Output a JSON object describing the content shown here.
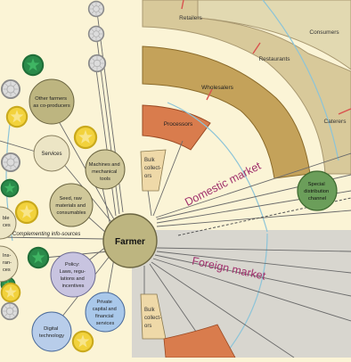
{
  "diagram": {
    "center": {
      "label": "Farmer"
    },
    "domestic_market": {
      "label": "Domestic market",
      "bands": {
        "consumers": "Consumers",
        "retailers": "Retailers",
        "restaurants": "Restaurants",
        "wholesalers": "Wholesalers",
        "caterers": "Caterers",
        "processors": "Processors"
      },
      "bulk_collectors": [
        "Bulk",
        "collect-",
        "ors"
      ],
      "special_channel": [
        "Special",
        "distribution",
        "channel"
      ]
    },
    "foreign_market": {
      "label": "Foreign market",
      "bulk_collectors": [
        "Bulk",
        "collect-",
        "ors"
      ]
    },
    "inputs": {
      "other_farmers": [
        "Other farmers",
        "as co-producers"
      ],
      "services": [
        "Services"
      ],
      "machines": [
        "Machines and",
        "mechanical",
        "tools"
      ],
      "seed": [
        "Seed, raw",
        "materials and",
        "consumables"
      ],
      "policy": [
        "Policy:",
        "Laws, regu-",
        "lations and",
        "incentives"
      ],
      "capital": [
        "Private",
        "capital and",
        "financial",
        "services"
      ],
      "digital": [
        "Digital",
        "technology"
      ],
      "edge_top": [
        "ble",
        "ces"
      ],
      "edge_bottom": [
        "Ins-",
        "ran-",
        "ces"
      ]
    },
    "complementing_label": "Complementing info-sources",
    "colors": {
      "background": "#fbf4d6",
      "domestic_sector": "#fbf4d6",
      "foreign_sector": "#d8d6cf",
      "consumers_band": "#e2d9b1",
      "retailers_band": "#d8c99a",
      "wholesalers_band": "#c4a25a",
      "processors_band": "#d97c4d",
      "bulk_box": "#efd9a8",
      "farmer_circle": "#bdb580",
      "service_circle": "#ece5c5",
      "policy_circle": "#c8c4e0",
      "capital_circle": "#a9c8ea",
      "digital_circle": "#b8cdea",
      "special_circle": "#6b9e5a",
      "market_text": "#a0306c",
      "blue_arc": "#8cc4d8",
      "red_tick": "#d9534f",
      "gray_circle": "#c4c2c2",
      "green_badge": "#2a8a4a",
      "yellow_badge": "#f2d23c"
    }
  }
}
